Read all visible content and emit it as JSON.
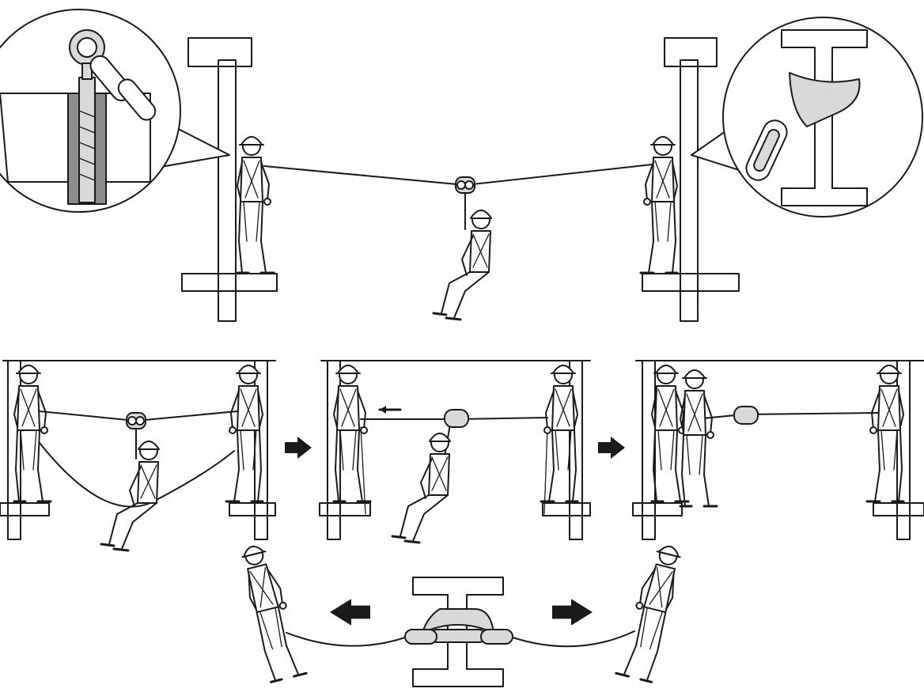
{
  "figure": {
    "panels": [
      {
        "id": "overview",
        "anchors": [
          "wall-anchor-eyebolt",
          "beam-sling-anchor"
        ],
        "workers": 3
      },
      {
        "id": "step-1",
        "workers": 3
      },
      {
        "id": "step-2",
        "workers": 3
      },
      {
        "id": "step-3",
        "workers": 3
      },
      {
        "id": "tension-test",
        "workers": 2
      }
    ],
    "colors": {
      "ink": "#1a1a1a",
      "steel": "#d9d9d9",
      "shade": "#8c8c8c",
      "background": "#ffffff"
    },
    "icons": [
      "arrow-right-icon",
      "arrow-left-icon",
      "carabiner-icon",
      "pulley-icon",
      "helmet-icon",
      "ibeam-icon",
      "eyebolt-icon",
      "webbing-sling-icon"
    ]
  }
}
